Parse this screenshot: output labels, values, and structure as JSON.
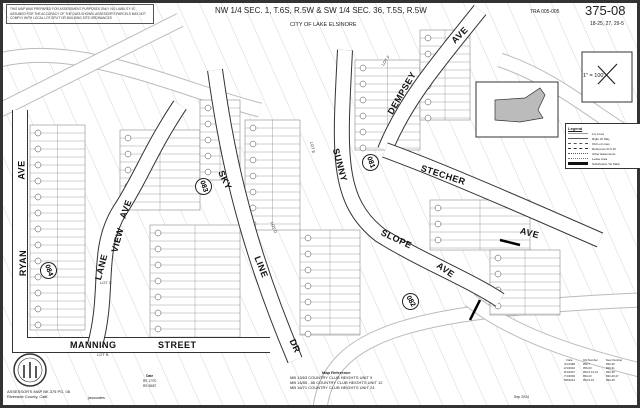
{
  "header": {
    "disclaimer": "THIS MAP WAS PREPARED FOR ASSESSMENT PURPOSES ONLY. NO LIABILITY IS ASSUMED FOR THE ACCURACY OF THE DATA SHOWN. ASSESSOR'S PARCELS MAY NOT COMPLY WITH LOCAL LOT-SPLIT OR BUILDING SITE ORDINANCES",
    "title": "NW 1/4 SEC. 1,  T.6S, R.5W & SW 1/4 SEC. 36, T.5S, R.5W",
    "city": "CITY OF LAKE ELSINORE",
    "tra": "TRA 005-005",
    "map_number": "375-08",
    "sub_pages": "18-25, 27, 29-5"
  },
  "scale": "1\" = 100'",
  "legend": {
    "title": "Legend",
    "items": [
      "Lot Lines",
      "Right Of Way",
      "Old Lot Lines",
      "Reference R.O.W.",
      "Other Easements",
      "Lease Area",
      "Subdivision Tie Mark"
    ]
  },
  "streets": {
    "ryan": "RYAN",
    "ryan_ave": "AVE",
    "manning": "MANNING",
    "manning_street": "STREET",
    "lane": "LANE",
    "view": "VIEW",
    "lane_ave": "AVE",
    "sky": "SKY",
    "line": "LINE",
    "dr": "DR",
    "sunny": "SUNNY",
    "slope": "SLOPE",
    "slope_ave": "AVE",
    "dempsey": "DEMPSEY",
    "dempsey_ave": "AVE",
    "stecher": "STECHER",
    "stecher_ave": "AVE"
  },
  "lots": {
    "b": "LOT B",
    "c": "LOT C",
    "d": "LOT D",
    "e": "LOT E",
    "f": "LOT F"
  },
  "books": [
    "083",
    "084",
    "081",
    "082"
  ],
  "map_reference": {
    "title": "Map Reference",
    "lines": [
      "MB 13/63   COUNTRY CLUB HEIGHTS UNIT 9",
      "MB 14/85 - 86   COUNTRY CLUB HEIGHTS UNIT 12",
      "MB 16/71   COUNTRY CLUB HEIGHTS UNIT 24"
    ]
  },
  "date_block": {
    "title": "Date",
    "lines": [
      "RS 17/70",
      "RS 98/67"
    ]
  },
  "change_table": {
    "headers": [
      "Date",
      "Old Number",
      "New Number"
    ],
    "rows": [
      [
        "3/1/1998",
        "053-7",
        "830-30"
      ],
      [
        "2/1/2002",
        "056-03",
        "830-31"
      ],
      [
        "8/1/2007",
        "053-5.13-21",
        "830-39"
      ],
      [
        "7/1/2009",
        "054-23",
        "830-40.27"
      ],
      [
        "5/8/2014",
        "054-5.15",
        "830-45"
      ]
    ]
  },
  "footer": {
    "assessor_line1": "ASSESSOR'S MAP BK.375 PG. 08",
    "assessor_line2": "Riverside County, Calif.",
    "signature": "jassoates",
    "revision": "Sep 2024"
  }
}
